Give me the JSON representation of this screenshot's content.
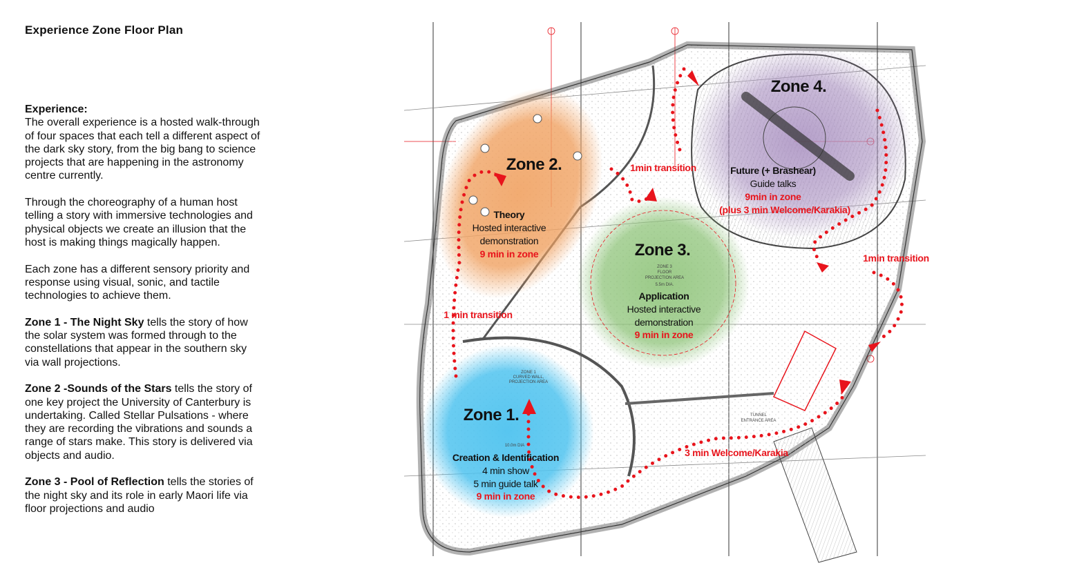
{
  "title": "Experience Zone Floor Plan",
  "description": {
    "experience_heading": "Experience:",
    "experience_text": "The overall experience is a hosted walk-through of four spaces that each tell a different aspect of the dark sky story, from the big bang to science projects that are happening in the astronomy centre currently.",
    "choreography_text": "Through the choreography of a human host telling a story with immersive technologies and physical objects we create an illusion that the host is making things magically happen.",
    "sensory_text": "Each zone has a different sensory priority and response using visual, sonic, and tactile technologies to achieve them.",
    "zone1_lead": "Zone 1 - The Night Sky",
    "zone1_text": " tells the story of how the solar system was formed through to the constellations that appear in the southern sky via wall projections.",
    "zone2_lead": "Zone 2 -Sounds of the Stars",
    "zone2_text": " tells the story of one key project the University of Canterbury is undertaking. Called Stellar Pulsations - where they are recording the vibrations and sounds a range of stars make. This story is delivered via objects and audio.",
    "zone3_lead": "Zone 3 - Pool of Reflection",
    "zone3_text": " tells the stories of the night sky and its role in early Maori life via floor projections and audio"
  },
  "plan": {
    "colors": {
      "zone1": "#4fc3ef",
      "zone2": "#f0a262",
      "zone3": "#8fc47a",
      "zone4": "#a88fc0",
      "route": "#e8141c"
    },
    "zone1": {
      "name": "Zone 1.",
      "theme": "Creation & Identification",
      "line1": "4 min show",
      "line2": "5 min guide talk",
      "time": "9 min in zone",
      "note": [
        "ZONE 1",
        "CURVED WALL,",
        "PROJECTION AREA"
      ],
      "dia": "10.0m DIA"
    },
    "zone2": {
      "name": "Zone 2.",
      "theme": "Theory",
      "line1": "Hosted interactive",
      "line2": "demonstration",
      "time": "9 min in zone"
    },
    "zone3": {
      "name": "Zone 3.",
      "theme": "Application",
      "line1": "Hosted interactive",
      "line2": "demonstration",
      "time": "9 min in zone",
      "note": [
        "ZONE 3",
        "FLOOR",
        "PROJECTION AREA",
        "5.5m DIA."
      ]
    },
    "zone4": {
      "name": "Zone 4.",
      "theme": "Future (+ Brashear)",
      "line1": "Guide talks",
      "time": "9min in zone",
      "extra": "(plus 3 min Welcome/Karakia)"
    },
    "transitions": {
      "t1": "1 min transition",
      "t2": "1min transition",
      "t3": "1min transition",
      "welcome": "3 min Welcome/Karakia"
    },
    "tunnel": [
      "TUNNEL",
      "ENTRANCE AREA"
    ]
  }
}
